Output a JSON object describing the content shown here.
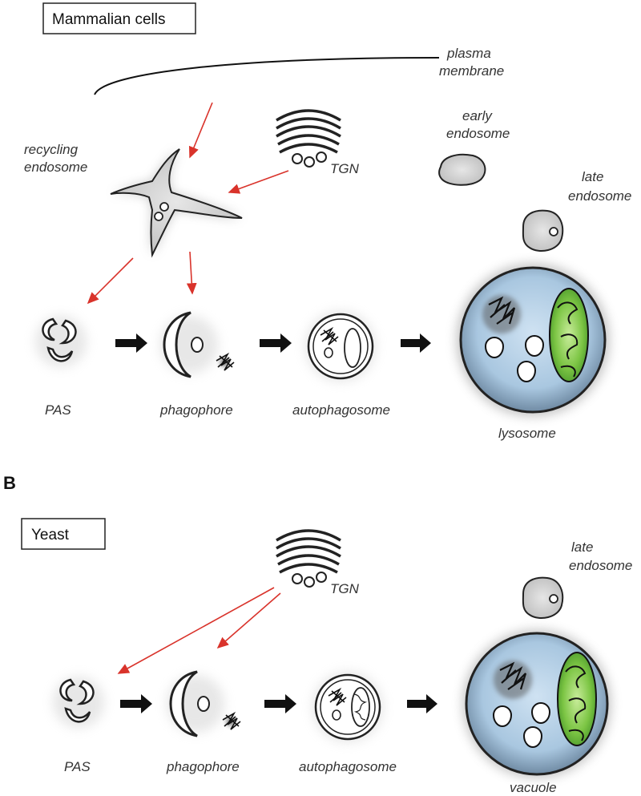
{
  "panel_b_letter": "B",
  "mammalian": {
    "title": "Mammalian cells",
    "plasma_membrane": [
      "plasma",
      "membrane"
    ],
    "early_endosome": [
      "early",
      "endosome"
    ],
    "recycling_endosome": [
      "recycling",
      "endosome"
    ],
    "tgn": "TGN",
    "late_endosome": [
      "late",
      "endosome"
    ],
    "pas": "PAS",
    "phagophore": "phagophore",
    "autophagosome": "autophagosome",
    "lysosome": "lysosome"
  },
  "yeast": {
    "title": "Yeast",
    "tgn": "TGN",
    "late_endosome": [
      "late",
      "endosome"
    ],
    "pas": "PAS",
    "phagophore": "phagophore",
    "autophagosome": "autophagosome",
    "vacuole": "vacuole"
  },
  "colors": {
    "arrow_red": "#d9332b",
    "organelle_gray": "#d6d6d6",
    "lumen_blue": "#aecce6",
    "mito_green": "#78c43d"
  }
}
